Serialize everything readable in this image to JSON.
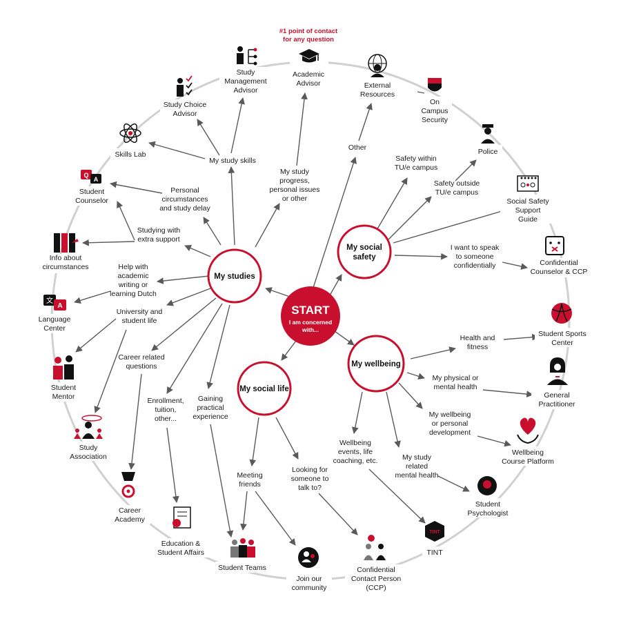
{
  "colors": {
    "accent": "#c8102e",
    "ring": "#d0d0d0",
    "arrow": "#5a5a5a",
    "text": "#1a1a1a"
  },
  "start": {
    "title": "START",
    "subtitle_1": "I am concerned",
    "subtitle_2": "with..."
  },
  "hubs": {
    "studies": "My studies",
    "safety_1": "My social",
    "safety_2": "safety",
    "social_life": "My social life",
    "wellbeing": "My wellbeing"
  },
  "note": {
    "line1": "#1 point of contact",
    "line2": "for any question"
  },
  "resources": {
    "academic_advisor": {
      "l1": "Academic",
      "l2": "Advisor",
      "icon": "graduation-cap-icon"
    },
    "external": {
      "l1": "External",
      "l2": "Resources",
      "icon": "person-globe-icon"
    },
    "campus_security": {
      "l1": "On",
      "l2": "Campus",
      "l3": "Security",
      "icon": "shield-icon"
    },
    "police": {
      "l1": "Police",
      "icon": "police-officer-icon"
    },
    "safety_guide": {
      "l1": "Social Safety",
      "l2": "Support",
      "l3": "Guide",
      "icon": "guide-document-icon"
    },
    "counselor_ccp": {
      "l1": "Confidential",
      "l2": "Counselor & CCP",
      "icon": "speech-box-icon"
    },
    "sports": {
      "l1": "Student Sports",
      "l2": "Center",
      "icon": "volleyball-icon"
    },
    "gp": {
      "l1": "General",
      "l2": "Practitioner",
      "icon": "doctor-icon"
    },
    "wellbeing_platform": {
      "l1": "Wellbeing",
      "l2": "Course Platform",
      "icon": "heart-hands-icon"
    },
    "psychologist": {
      "l1": "Student",
      "l2": "Psychologist",
      "icon": "brain-head-icon"
    },
    "tint": {
      "l1": "TINT",
      "badge": "TINT",
      "icon": "tint-hexagon-icon"
    },
    "ccp": {
      "l1": "Confidential",
      "l2": "Contact Person",
      "l3": "(CCP)",
      "icon": "two-people-talk-icon"
    },
    "community": {
      "l1": "Join our",
      "l2": "community",
      "icon": "community-icon"
    },
    "teams": {
      "l1": "Student Teams",
      "icon": "group-icon"
    },
    "esa": {
      "l1": "Education &",
      "l2": "Student Affairs",
      "icon": "certificate-icon"
    },
    "career": {
      "l1": "Career",
      "l2": "Academy",
      "icon": "medal-icon"
    },
    "association": {
      "l1": "Study",
      "l2": "Association",
      "icon": "presenter-icon"
    },
    "mentor": {
      "l1": "Student",
      "l2": "Mentor",
      "icon": "mentor-pair-icon"
    },
    "language": {
      "l1": "Language",
      "l2": "Center",
      "icon": "translate-icon"
    },
    "info": {
      "l1": "Info about",
      "l2": "circumstances",
      "icon": "books-icon"
    },
    "counselor": {
      "l1": "Student",
      "l2": "Counselor",
      "icon": "qa-bubbles-icon"
    },
    "skills": {
      "l1": "Skills Lab",
      "icon": "atom-icon"
    },
    "choice": {
      "l1": "Study Choice",
      "l2": "Advisor",
      "icon": "checklist-person-icon"
    },
    "management": {
      "l1": "Study",
      "l2": "Management",
      "l3": "Advisor",
      "icon": "org-chart-icon"
    }
  },
  "topics": {
    "study_progress": {
      "l1": "My study",
      "l2": "progress,",
      "l3": "personal issues",
      "l4": "or other"
    },
    "study_skills": {
      "l1": "My study skills"
    },
    "personal_delay": {
      "l1": "Personal",
      "l2": "circumstances",
      "l3": "and study delay"
    },
    "extra_support": {
      "l1": "Studying with",
      "l2": "extra support"
    },
    "writing_dutch": {
      "l1": "Help with",
      "l2": "academic",
      "l3": "writing or",
      "l4": "learning Dutch"
    },
    "uni_life": {
      "l1": "University and",
      "l2": "student life"
    },
    "career_q": {
      "l1": "Career related",
      "l2": "questions"
    },
    "enrollment": {
      "l1": "Enrollment,",
      "l2": "tuition,",
      "l3": "other..."
    },
    "practical": {
      "l1": "Gaining",
      "l2": "practical",
      "l3": "experience"
    },
    "other": {
      "l1": "Other"
    },
    "safety_within": {
      "l1": "Safety within",
      "l2": "TU/e campus"
    },
    "safety_outside": {
      "l1": "Safety outside",
      "l2": "TU/e campus"
    },
    "speak_confidential": {
      "l1": "I want to speak",
      "l2": "to someone",
      "l3": "confidentially"
    },
    "health_fitness": {
      "l1": "Health and",
      "l2": "fitness"
    },
    "physical_mental": {
      "l1": "My physical or",
      "l2": "mental health"
    },
    "wellbeing_dev": {
      "l1": "My wellbeing",
      "l2": "or personal",
      "l3": "development"
    },
    "wellbeing_events": {
      "l1": "Wellbeing",
      "l2": "events, life",
      "l3": "coaching, etc."
    },
    "study_mental": {
      "l1": "My study",
      "l2": "related",
      "l3": "mental health"
    },
    "meeting_friends": {
      "l1": "Meeting",
      "l2": "friends"
    },
    "looking_talk": {
      "l1": "Looking for",
      "l2": "someone to",
      "l3": "talk to?"
    }
  }
}
